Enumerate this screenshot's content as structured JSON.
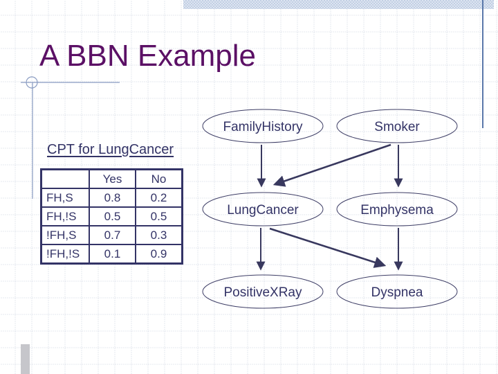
{
  "title": "A BBN Example",
  "cpt": {
    "caption": "CPT for LungCancer",
    "columns": [
      "",
      "Yes",
      "No"
    ],
    "rows": [
      [
        "FH,S",
        "0.8",
        "0.2"
      ],
      [
        "FH,!S",
        "0.5",
        "0.5"
      ],
      [
        "!FH,S",
        "0.7",
        "0.3"
      ],
      [
        "!FH,!S",
        "0.1",
        "0.9"
      ]
    ]
  },
  "network": {
    "nodes": [
      {
        "id": "family-history",
        "label": "FamilyHistory"
      },
      {
        "id": "smoker",
        "label": "Smoker"
      },
      {
        "id": "lung-cancer",
        "label": "LungCancer"
      },
      {
        "id": "emphysema",
        "label": "Emphysema"
      },
      {
        "id": "positive-xray",
        "label": "PositiveXRay"
      },
      {
        "id": "dyspnea",
        "label": "Dyspnea"
      }
    ],
    "edges": [
      {
        "from": "FamilyHistory",
        "to": "LungCancer"
      },
      {
        "from": "Smoker",
        "to": "LungCancer"
      },
      {
        "from": "Smoker",
        "to": "Emphysema"
      },
      {
        "from": "LungCancer",
        "to": "PositiveXRay"
      },
      {
        "from": "LungCancer",
        "to": "Dyspnea"
      },
      {
        "from": "Emphysema",
        "to": "Dyspnea"
      }
    ]
  },
  "colors": {
    "title_text": "#5b1065",
    "diagram_ink": "#333366",
    "arrow_ink": "#38385e",
    "accent_line": "#8a9cc2",
    "top_bar_fill": "#c2cfe4",
    "right_bar": "#5977a9",
    "grid_line": "#ccd2e0"
  }
}
